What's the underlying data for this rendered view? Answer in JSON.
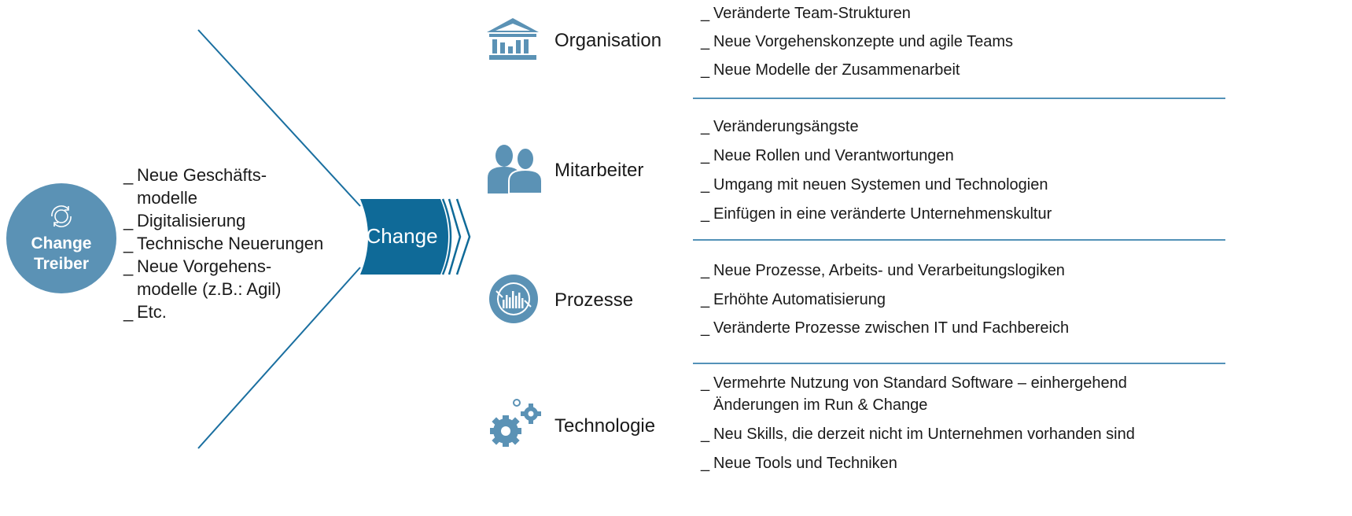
{
  "colors": {
    "primary": "#5b92b5",
    "dark_blue": "#0f6a98",
    "line_blue": "#1a6fa0",
    "text": "#1a1a1a"
  },
  "driver": {
    "icon": "cycle-icon",
    "label_line1": "Change",
    "label_line2": "Treiber"
  },
  "bullet": "_",
  "drivers": [
    {
      "line1": "Neue Geschäfts-",
      "line2": "modelle"
    },
    {
      "line1": "Digitalisierung"
    },
    {
      "line1": "Technische Neuerungen"
    },
    {
      "line1": "Neue Vorgehens-",
      "line2": "modelle (z.B.: Agil)"
    },
    {
      "line1": "Etc."
    }
  ],
  "change_label": "Change",
  "categories": [
    {
      "name": "Organisation",
      "icon": "building-icon",
      "items": [
        {
          "line1": "Veränderte Team-Strukturen"
        },
        {
          "line1": "Neue Vorgehenskonzepte und agile Teams"
        },
        {
          "line1": "Neue Modelle der Zusammenarbeit"
        }
      ]
    },
    {
      "name": "Mitarbeiter",
      "icon": "people-icon",
      "items": [
        {
          "line1": "Veränderungsängste"
        },
        {
          "line1": "Neue Rollen und Verantwortungen"
        },
        {
          "line1": "Umgang mit neuen Systemen und Technologien"
        },
        {
          "line1": "Einfügen in eine veränderte Unternehmenskultur"
        }
      ]
    },
    {
      "name": "Prozesse",
      "icon": "process-icon",
      "items": [
        {
          "line1": "Neue Prozesse, Arbeits- und Verarbeitungslogiken"
        },
        {
          "line1": "Erhöhte Automatisierung"
        },
        {
          "line1": "Veränderte Prozesse  zwischen IT und Fachbereich"
        }
      ]
    },
    {
      "name": "Technologie",
      "icon": "gears-icon",
      "items": [
        {
          "line1": "Vermehrte Nutzung von Standard Software – einhergehend",
          "line2": "Änderungen im Run & Change"
        },
        {
          "line1": "Neu Skills, die derzeit nicht im Unternehmen vorhanden sind"
        },
        {
          "line1": "Neue Tools und Techniken"
        }
      ]
    }
  ]
}
